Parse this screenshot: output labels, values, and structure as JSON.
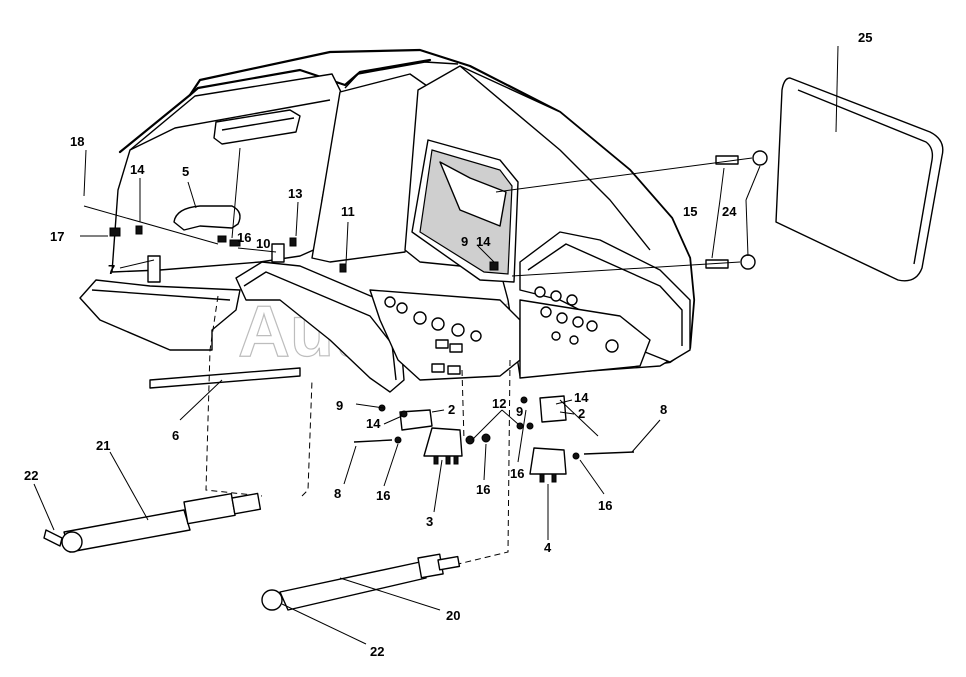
{
  "callouts": {
    "c1": "25",
    "c2": "18",
    "c3": "14",
    "c4": "5",
    "c5": "13",
    "c6": "11",
    "c7": "17",
    "c8": "16",
    "c9": "10",
    "c10": "7",
    "c11": "9",
    "c12": "14",
    "c13": "15",
    "c14": "24",
    "c15": "6",
    "c16": "9",
    "c17": "14",
    "c18": "2",
    "c19": "12",
    "c20": "9",
    "c21": "14",
    "c22": "2",
    "c23": "8",
    "c24": "8",
    "c25": "16",
    "c26": "16",
    "c27": "16",
    "c28": "16",
    "c29": "3",
    "c30": "4",
    "c31": "21",
    "c32": "22",
    "c33": "20",
    "c34": "22"
  },
  "watermark": "AutoSoft"
}
